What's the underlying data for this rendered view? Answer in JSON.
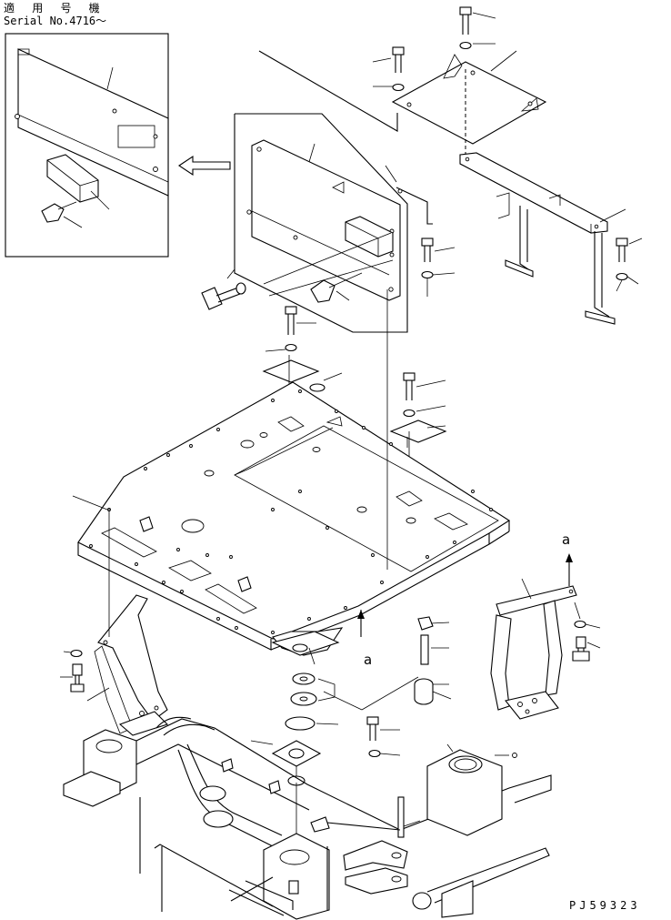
{
  "header": {
    "applicable_models": "適 用 号 機",
    "serial_range": "Serial No.4716～"
  },
  "callouts": {
    "view_marker": "a"
  },
  "drawing_number": "PJ59323"
}
